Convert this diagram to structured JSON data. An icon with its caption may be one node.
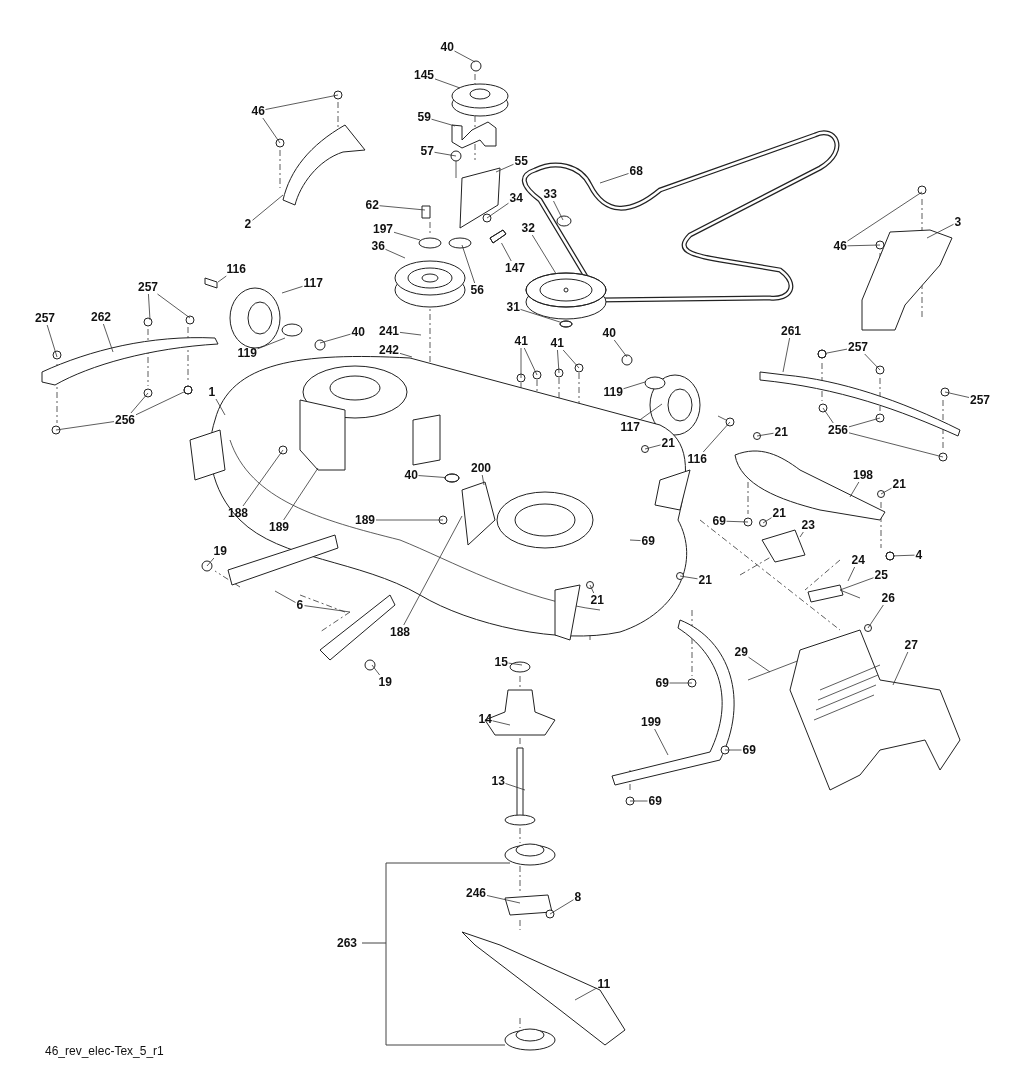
{
  "diagram": {
    "nodes": [
      {
        "text": [
          "40"
        ]
      },
      {
        "text": [
          "145"
        ]
      },
      {
        "text": [
          "59"
        ]
      },
      {
        "text": [
          "57"
        ]
      },
      {
        "text": [
          "55"
        ]
      },
      {
        "text": [
          "34"
        ]
      },
      {
        "text": [
          "62"
        ]
      },
      {
        "text": [
          "197"
        ]
      },
      {
        "text": [
          "36"
        ]
      },
      {
        "text": [
          "147"
        ]
      },
      {
        "text": [
          "56"
        ]
      },
      {
        "text": [
          "33"
        ]
      },
      {
        "text": [
          "32"
        ]
      },
      {
        "text": [
          "31"
        ]
      },
      {
        "text": [
          "68"
        ]
      },
      {
        "text": [
          "46"
        ]
      },
      {
        "text": [
          "2"
        ]
      },
      {
        "text": [
          "3"
        ]
      },
      {
        "text": [
          "46"
        ]
      },
      {
        "text": [
          "116"
        ]
      },
      {
        "text": [
          "117"
        ]
      },
      {
        "text": [
          "119"
        ]
      },
      {
        "text": [
          "40"
        ]
      },
      {
        "text": [
          "257"
        ]
      },
      {
        "text": [
          "257"
        ]
      },
      {
        "text": [
          "262"
        ]
      },
      {
        "text": [
          "256"
        ]
      },
      {
        "text": [
          "241"
        ]
      },
      {
        "text": [
          "242"
        ]
      },
      {
        "text": [
          "41"
        ]
      },
      {
        "text": [
          "41"
        ]
      },
      {
        "text": [
          "40"
        ]
      },
      {
        "text": [
          "119"
        ]
      },
      {
        "text": [
          "117"
        ]
      },
      {
        "text": [
          "116"
        ]
      },
      {
        "text": [
          "261"
        ]
      },
      {
        "text": [
          "257"
        ]
      },
      {
        "text": [
          "257"
        ]
      },
      {
        "text": [
          "256"
        ]
      },
      {
        "text": [
          "1"
        ]
      },
      {
        "text": [
          "188"
        ]
      },
      {
        "text": [
          "189"
        ]
      },
      {
        "text": [
          "40"
        ]
      },
      {
        "text": [
          "200"
        ]
      },
      {
        "text": [
          "21"
        ]
      },
      {
        "text": [
          "21"
        ]
      },
      {
        "text": [
          "198"
        ]
      },
      {
        "text": [
          "21"
        ]
      },
      {
        "text": [
          "69"
        ]
      },
      {
        "text": [
          "21"
        ]
      },
      {
        "text": [
          "23"
        ]
      },
      {
        "text": [
          "4"
        ]
      },
      {
        "text": [
          "69"
        ]
      },
      {
        "text": [
          "189"
        ]
      },
      {
        "text": [
          "188"
        ]
      },
      {
        "text": [
          "19"
        ]
      },
      {
        "text": [
          "6"
        ]
      },
      {
        "text": [
          "19"
        ]
      },
      {
        "text": [
          "24"
        ]
      },
      {
        "text": [
          "25"
        ]
      },
      {
        "text": [
          "26"
        ]
      },
      {
        "text": [
          "21"
        ]
      },
      {
        "text": [
          "21"
        ]
      },
      {
        "text": [
          "15"
        ]
      },
      {
        "text": [
          "29"
        ]
      },
      {
        "text": [
          "27"
        ]
      },
      {
        "text": [
          "14"
        ]
      },
      {
        "text": [
          "69"
        ]
      },
      {
        "text": [
          "199"
        ]
      },
      {
        "text": [
          "69"
        ]
      },
      {
        "text": [
          "13"
        ]
      },
      {
        "text": [
          "69"
        ]
      },
      {
        "text": [
          "246"
        ]
      },
      {
        "text": [
          "8"
        ]
      },
      {
        "text": [
          "263"
        ]
      },
      {
        "text": [
          "11"
        ]
      },
      {
        "text": [],
        "shape": "box"
      },
      {
        "text": [],
        "shape": "circle"
      },
      {
        "text": [],
        "shape": "circle"
      },
      {
        "text": [],
        "shape": "circle"
      },
      {
        "text": [],
        "shape": "circle"
      },
      {
        "text": [],
        "shape": "circle"
      },
      {
        "text": [],
        "shape": "circle"
      }
    ],
    "edges": [
      {
        "from": 0,
        "to": null,
        "arrow": "none"
      },
      {
        "from": 1,
        "to": null,
        "arrow": "none"
      },
      {
        "from": 2,
        "to": null,
        "arrow": "none"
      },
      {
        "from": 3,
        "to": null,
        "arrow": "none"
      },
      {
        "from": 4,
        "to": null,
        "arrow": "none"
      },
      {
        "from": 5,
        "to": null,
        "arrow": "none"
      },
      {
        "from": 6,
        "to": null,
        "arrow": "none"
      },
      {
        "from": 7,
        "to": null,
        "arrow": "none"
      },
      {
        "from": 8,
        "to": null,
        "arrow": "none"
      },
      {
        "from": 9,
        "to": 76,
        "arrow": "none"
      },
      {
        "from": 10,
        "to": null,
        "arrow": "none"
      },
      {
        "from": 11,
        "to": null,
        "arrow": "none"
      },
      {
        "from": 12,
        "to": 77,
        "arrow": "none"
      },
      {
        "from": 13,
        "to": 78,
        "arrow": "none"
      },
      {
        "from": 14,
        "to": null,
        "arrow": "none"
      },
      {
        "from": 15,
        "to": null,
        "arrow": "none"
      },
      {
        "from": 15,
        "to": null,
        "arrow": "none"
      },
      {
        "from": 16,
        "to": null,
        "arrow": "none"
      },
      {
        "from": 17,
        "to": null,
        "arrow": "none"
      },
      {
        "from": 18,
        "to": null,
        "arrow": "none"
      },
      {
        "from": 18,
        "to": null,
        "arrow": "none"
      },
      {
        "from": 19,
        "to": null,
        "arrow": "none"
      },
      {
        "from": 20,
        "to": null,
        "arrow": "none"
      },
      {
        "from": 21,
        "to": null,
        "arrow": "none"
      },
      {
        "from": 22,
        "to": null,
        "arrow": "none"
      },
      {
        "from": 23,
        "to": null,
        "arrow": "none"
      },
      {
        "from": 23,
        "to": null,
        "arrow": "none"
      },
      {
        "from": 24,
        "to": null,
        "arrow": "none"
      },
      {
        "from": 25,
        "to": null,
        "arrow": "none"
      },
      {
        "from": 26,
        "to": null,
        "arrow": "none"
      },
      {
        "from": 26,
        "to": null,
        "arrow": "none"
      },
      {
        "from": 26,
        "to": 79,
        "arrow": "none"
      },
      {
        "from": 27,
        "to": null,
        "arrow": "none"
      },
      {
        "from": 28,
        "to": null,
        "arrow": "none"
      },
      {
        "from": 29,
        "to": null,
        "arrow": "none"
      },
      {
        "from": 29,
        "to": null,
        "arrow": "none"
      },
      {
        "from": 30,
        "to": null,
        "arrow": "none"
      },
      {
        "from": 30,
        "to": null,
        "arrow": "none"
      },
      {
        "from": 31,
        "to": null,
        "arrow": "none"
      },
      {
        "from": 32,
        "to": null,
        "arrow": "none"
      },
      {
        "from": 33,
        "to": null,
        "arrow": "none"
      },
      {
        "from": 34,
        "to": null,
        "arrow": "none"
      },
      {
        "from": 35,
        "to": null,
        "arrow": "none"
      },
      {
        "from": 36,
        "to": 80,
        "arrow": "none"
      },
      {
        "from": 36,
        "to": null,
        "arrow": "none"
      },
      {
        "from": 37,
        "to": null,
        "arrow": "none"
      },
      {
        "from": 38,
        "to": null,
        "arrow": "none"
      },
      {
        "from": 38,
        "to": null,
        "arrow": "none"
      },
      {
        "from": 38,
        "to": null,
        "arrow": "none"
      },
      {
        "from": 39,
        "to": null,
        "arrow": "none"
      },
      {
        "from": 40,
        "to": null,
        "arrow": "none"
      },
      {
        "from": 41,
        "to": null,
        "arrow": "none"
      },
      {
        "from": 42,
        "to": 81,
        "arrow": "none"
      },
      {
        "from": 43,
        "to": null,
        "arrow": "none"
      },
      {
        "from": 44,
        "to": null,
        "arrow": "none"
      },
      {
        "from": 45,
        "to": null,
        "arrow": "none"
      },
      {
        "from": 46,
        "to": null,
        "arrow": "none"
      },
      {
        "from": 47,
        "to": null,
        "arrow": "none"
      },
      {
        "from": 48,
        "to": null,
        "arrow": "none"
      },
      {
        "from": 49,
        "to": null,
        "arrow": "none"
      },
      {
        "from": 50,
        "to": null,
        "arrow": "none"
      },
      {
        "from": 51,
        "to": 82,
        "arrow": "none"
      },
      {
        "from": 52,
        "to": null,
        "arrow": "none"
      },
      {
        "from": 53,
        "to": null,
        "arrow": "none"
      },
      {
        "from": 54,
        "to": null,
        "arrow": "none"
      },
      {
        "from": 55,
        "to": null,
        "arrow": "none"
      },
      {
        "from": 56,
        "to": null,
        "arrow": "none"
      },
      {
        "from": 56,
        "to": null,
        "arrow": "none"
      },
      {
        "from": 57,
        "to": null,
        "arrow": "none"
      },
      {
        "from": 58,
        "to": null,
        "arrow": "none"
      },
      {
        "from": 59,
        "to": null,
        "arrow": "none"
      },
      {
        "from": 60,
        "to": null,
        "arrow": "none"
      },
      {
        "from": 61,
        "to": null,
        "arrow": "none"
      },
      {
        "from": 62,
        "to": null,
        "arrow": "none"
      },
      {
        "from": 63,
        "to": null,
        "arrow": "none"
      },
      {
        "from": 64,
        "to": null,
        "arrow": "none"
      },
      {
        "from": 65,
        "to": null,
        "arrow": "none"
      },
      {
        "from": 66,
        "to": null,
        "arrow": "none"
      },
      {
        "from": 67,
        "to": null,
        "arrow": "none"
      },
      {
        "from": 68,
        "to": null,
        "arrow": "none"
      },
      {
        "from": 69,
        "to": null,
        "arrow": "none"
      },
      {
        "from": 70,
        "to": null,
        "arrow": "none"
      },
      {
        "from": 71,
        "to": null,
        "arrow": "none"
      },
      {
        "from": 72,
        "to": null,
        "arrow": "none"
      },
      {
        "from": 73,
        "to": null,
        "arrow": "none"
      },
      {
        "from": 75,
        "to": null,
        "arrow": "none"
      }
    ],
    "labels": [
      "46_rev_elec-Tex_5_r1"
    ]
  }
}
